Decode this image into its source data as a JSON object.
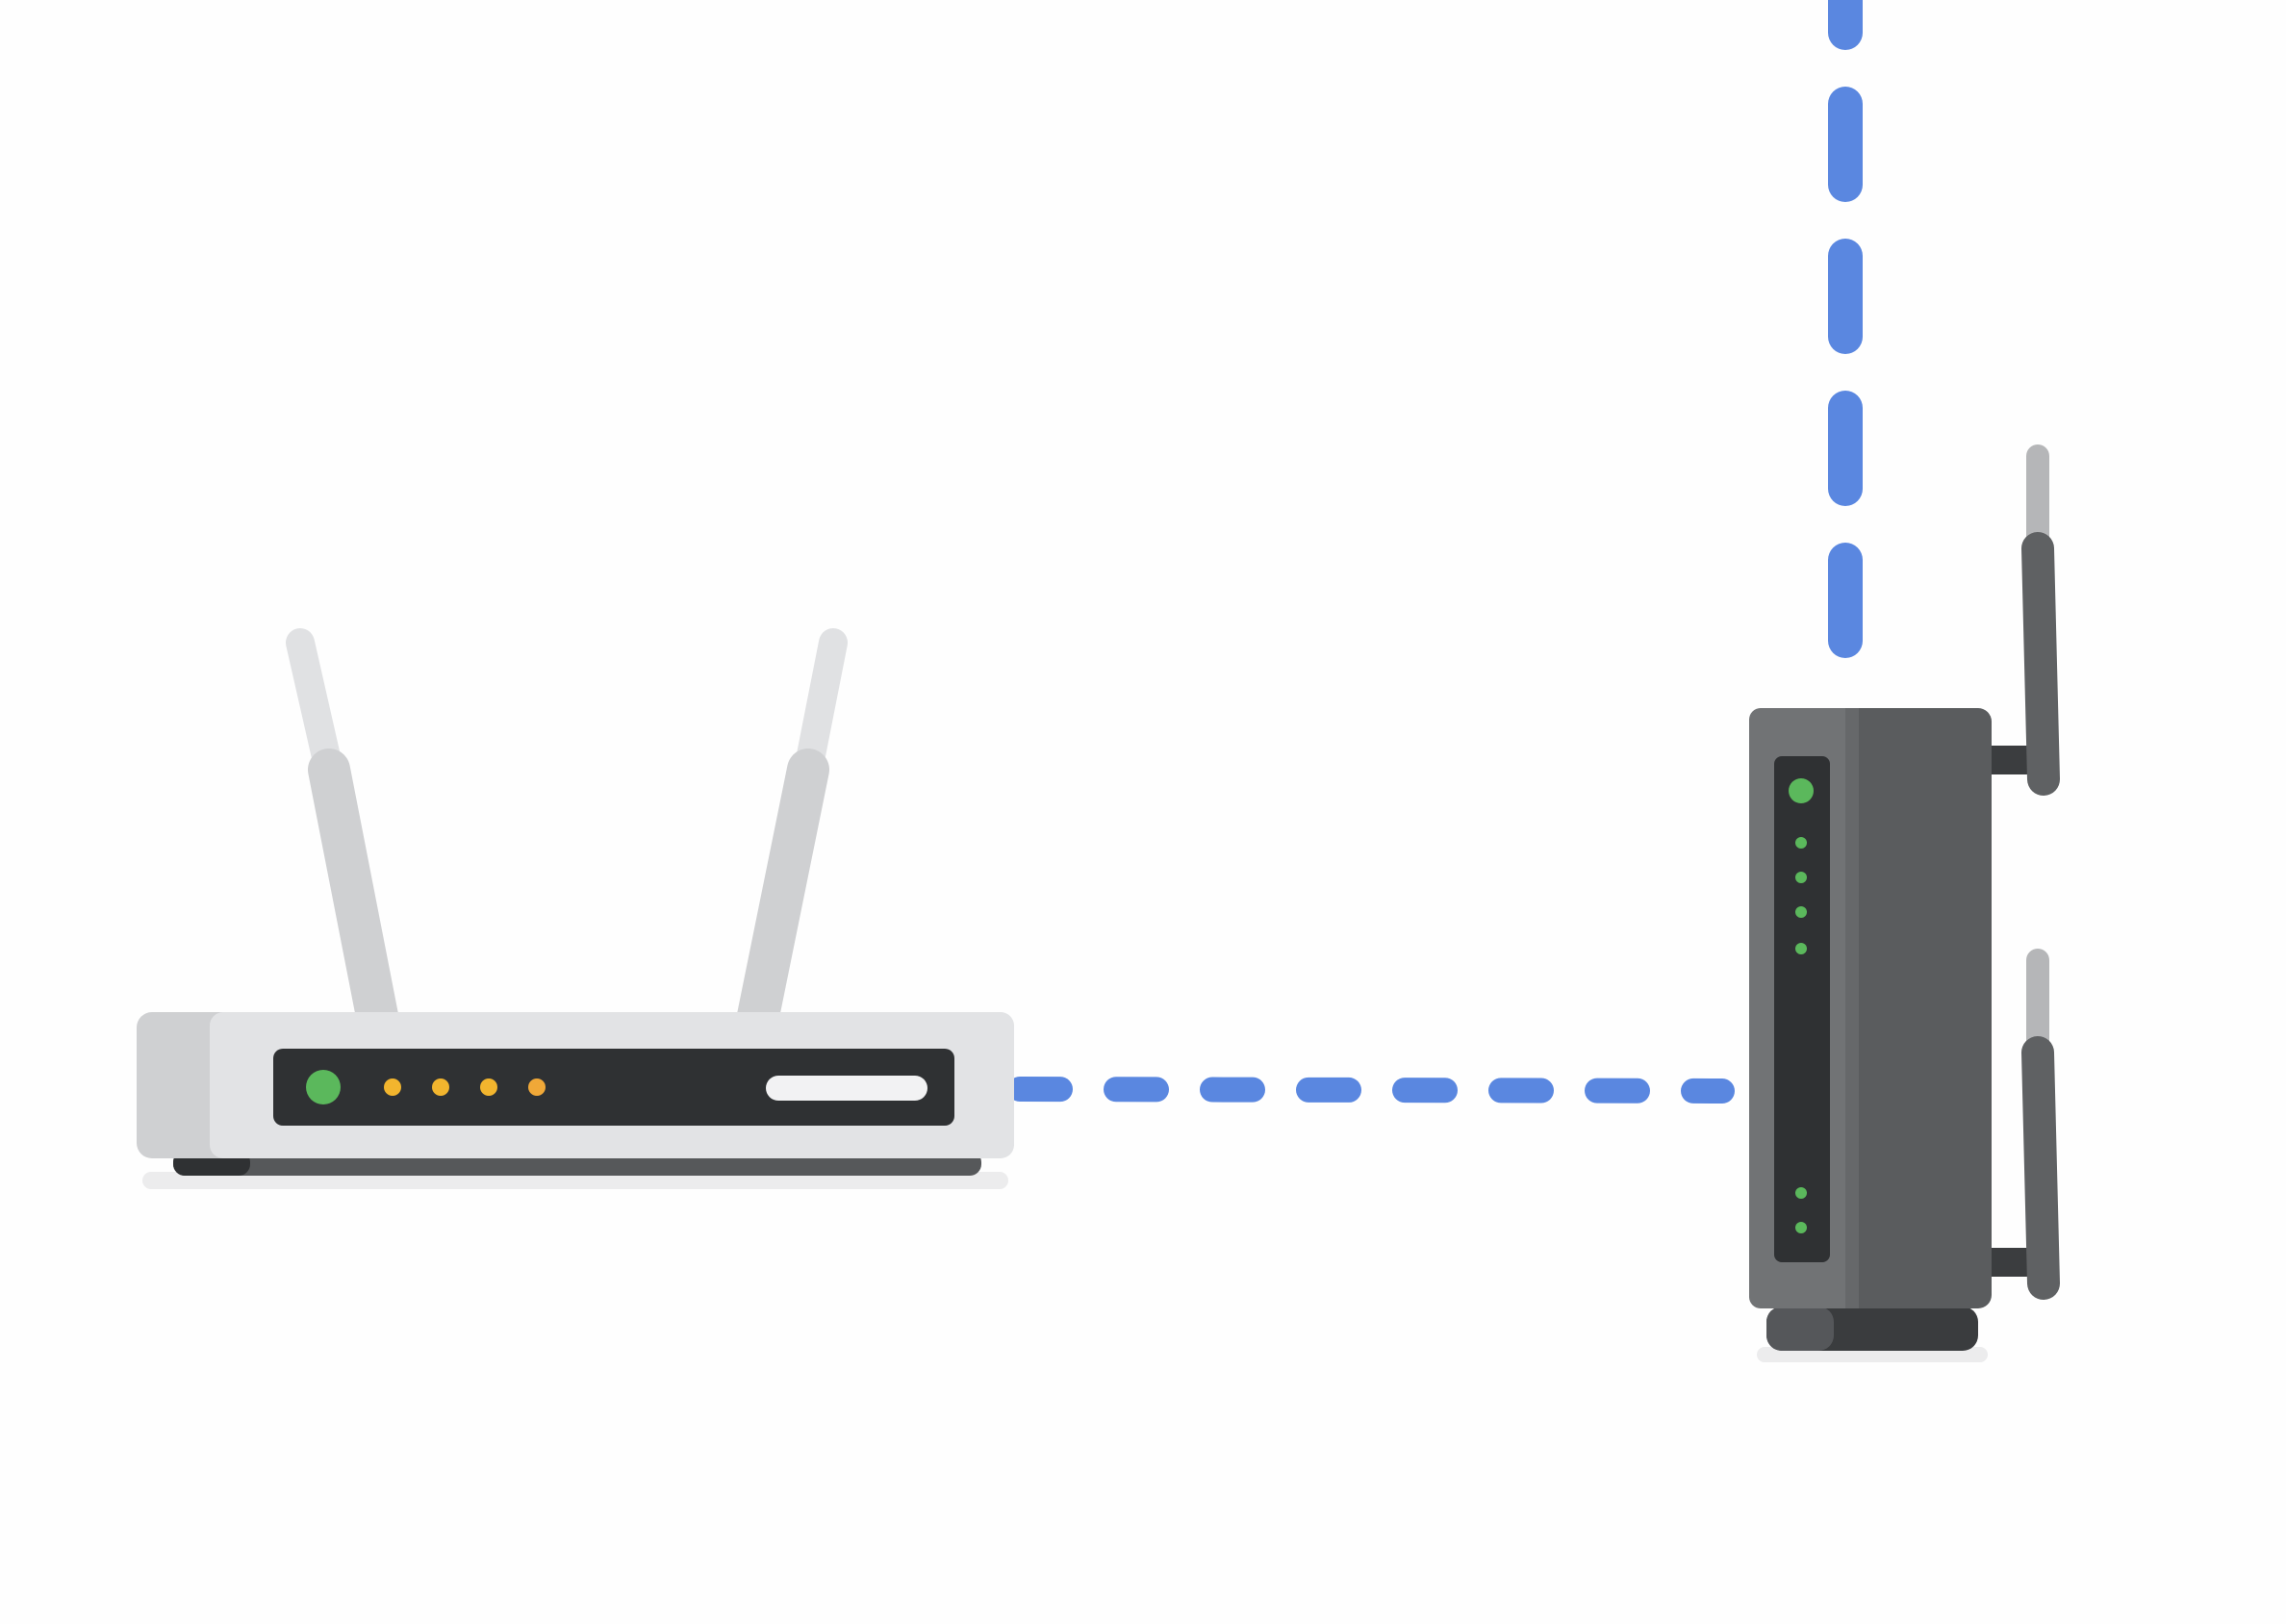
{
  "diagram": {
    "devices": [
      {
        "id": "left-router",
        "kind": "router",
        "orientation": "horizontal",
        "icon": "wifi-router-icon",
        "antennas": 2,
        "indicator_leds": [
          {
            "color": "green",
            "hex": "#5bb85c"
          },
          {
            "color": "amber",
            "hex": "#f2b52e"
          },
          {
            "color": "amber",
            "hex": "#f2b52e"
          },
          {
            "color": "amber",
            "hex": "#f2b52e"
          },
          {
            "color": "amber",
            "hex": "#f0a838"
          }
        ]
      },
      {
        "id": "right-router",
        "kind": "router",
        "orientation": "vertical",
        "icon": "wifi-router-icon",
        "antennas": 2,
        "indicator_leds": [
          {
            "color": "green",
            "hex": "#5bb85c"
          },
          {
            "color": "green",
            "hex": "#5bb85c"
          },
          {
            "color": "green",
            "hex": "#5bb85c"
          },
          {
            "color": "green",
            "hex": "#5bb85c"
          },
          {
            "color": "green",
            "hex": "#5bb85c"
          },
          {
            "color": "green",
            "hex": "#5bb85c"
          },
          {
            "color": "green",
            "hex": "#5bb85c"
          }
        ]
      }
    ],
    "connections": [
      {
        "from": "left-router",
        "to": "right-router",
        "style": "dashed",
        "color": "#5a87e0"
      },
      {
        "from": "right-router",
        "to": "off-canvas-top",
        "style": "dashed",
        "color": "#5a87e0"
      }
    ],
    "colors": {
      "background": "#fefefe",
      "link": "#5a87e0",
      "left_router_body": "#d3d4d6",
      "left_router_front": "#e4e5e7",
      "panel": "#2f3133",
      "right_router_body": "#5a5c5e",
      "right_router_front": "#717375",
      "antenna_light": "#d5d6d8",
      "antenna_dark": "#5f6163"
    }
  }
}
